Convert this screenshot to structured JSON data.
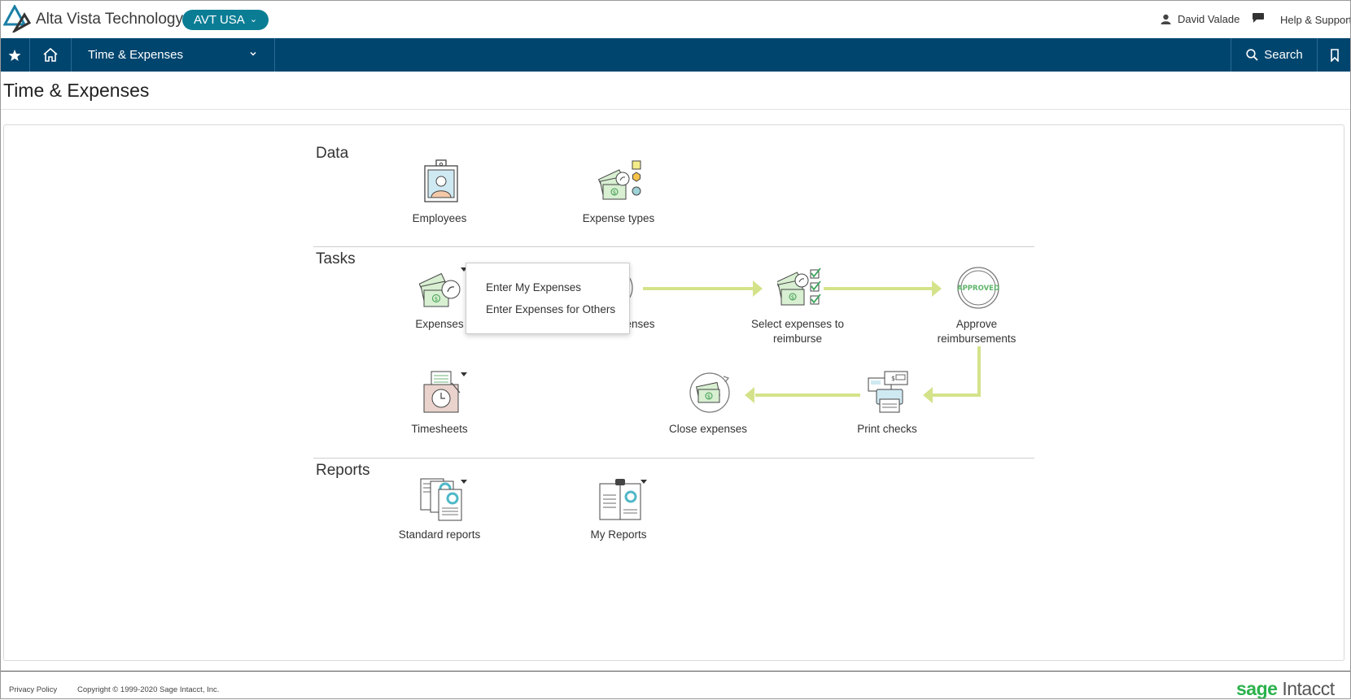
{
  "header": {
    "company": "Alta Vista Technology",
    "entity": "AVT USA",
    "user_name": "David Valade",
    "help": "Help & Support"
  },
  "nav": {
    "module": "Time & Expenses",
    "search": "Search"
  },
  "page": {
    "title": "Time & Expenses"
  },
  "sections": {
    "data": "Data",
    "tasks": "Tasks",
    "reports": "Reports"
  },
  "data_tiles": {
    "employees": "Employees",
    "expense_types": "Expense types"
  },
  "task_tiles": {
    "expenses": "Expenses",
    "approve_expenses_partial": "penses",
    "select_expenses_line1": "Select expenses to",
    "select_expenses_line2": "reimburse",
    "approve_reimb_line1": "Approve",
    "approve_reimb_line2": "reimbursements",
    "timesheets": "Timesheets",
    "close_expenses": "Close expenses",
    "print_checks": "Print checks",
    "approved_stamp": "APPROVED",
    "approved_partial": "ED"
  },
  "report_tiles": {
    "standard_reports": "Standard reports",
    "my_reports": "My Reports"
  },
  "expenses_menu": {
    "items": [
      "Enter My Expenses",
      "Enter Expenses for Others"
    ]
  },
  "footer": {
    "privacy": "Privacy Policy",
    "copyright": "Copyright © 1999-2020 Sage Intacct, Inc.",
    "brand_sage": "sage",
    "brand_intacct": "Intacct"
  },
  "colors": {
    "nav_bg": "#00456e",
    "entity_pill": "#0a7d95",
    "flow_arrow": "#d4e38a",
    "sage_green": "#2bb24c"
  }
}
